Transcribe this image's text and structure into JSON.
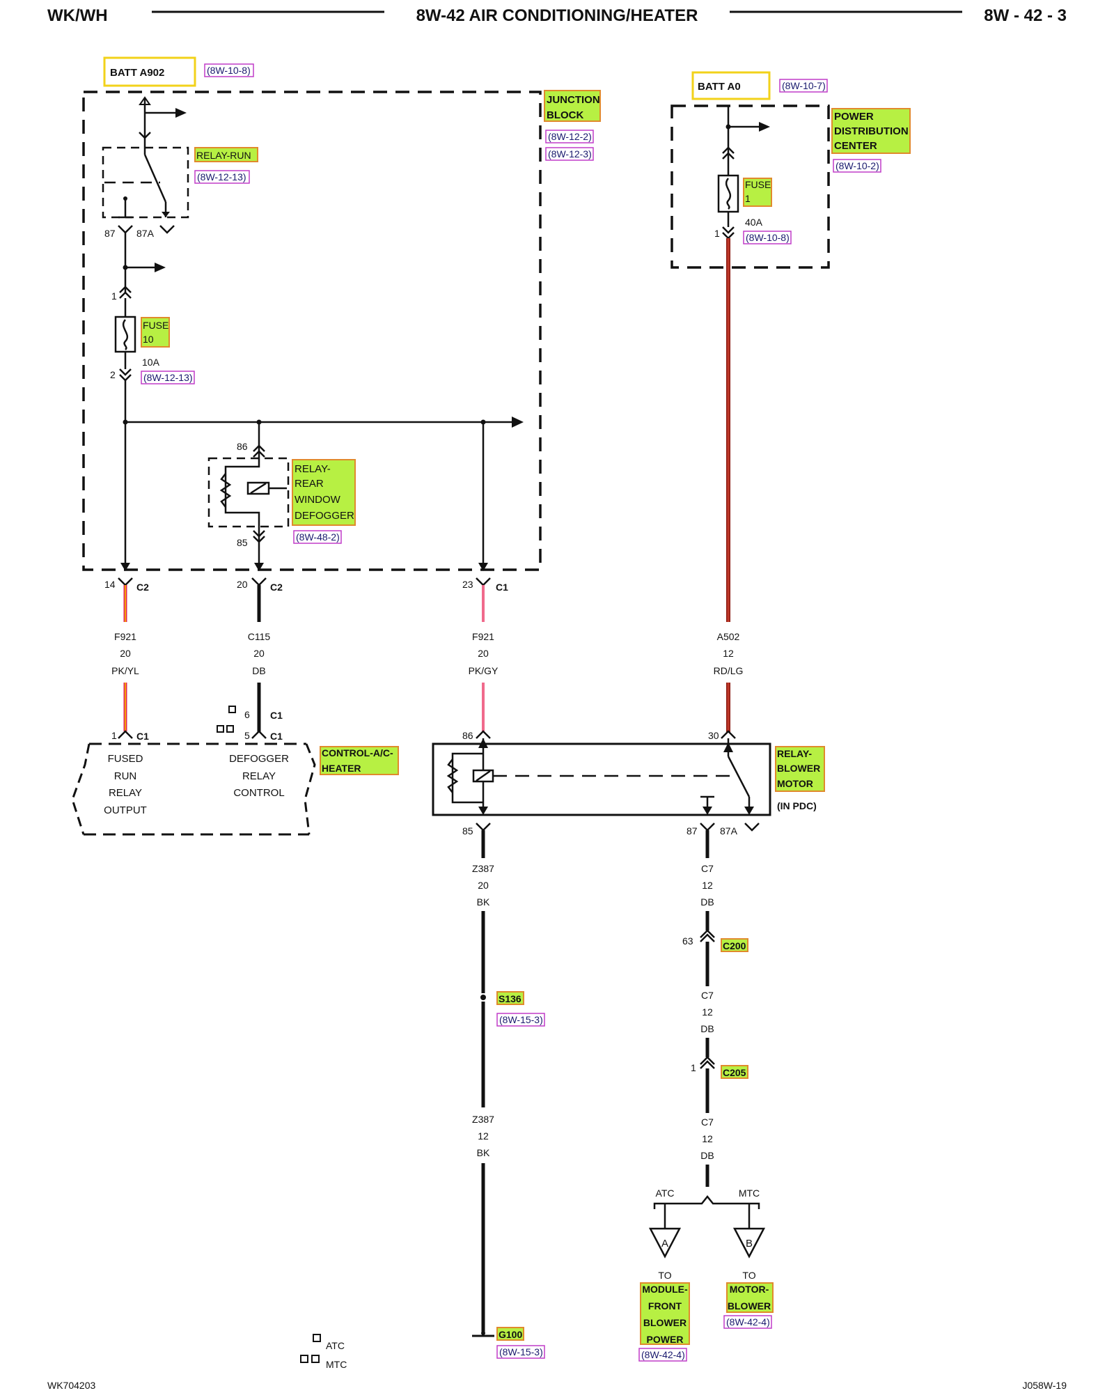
{
  "header": {
    "left": "WK/WH",
    "center": "8W-42 AIR CONDITIONING/HEATER",
    "right": "8W - 42 - 3"
  },
  "footer": {
    "left": "WK704203",
    "right": "J058W-19"
  },
  "legend": {
    "single_box": "ATC",
    "double_box": "MTC"
  },
  "sources": {
    "batt_a902": "BATT A902",
    "batt_a902_ref": "(8W-10-8)",
    "batt_a0": "BATT A0",
    "batt_a0_ref": "(8W-10-7)"
  },
  "junction_block": {
    "label_line1": "JUNCTION",
    "label_line2": "BLOCK",
    "ref1": "(8W-12-2)",
    "ref2": "(8W-12-3)",
    "relay_run": "RELAY-RUN",
    "relay_run_ref": "(8W-12-13)",
    "pin_87": "87",
    "pin_87a": "87A",
    "fuse_line1": "FUSE",
    "fuse_line2": "10",
    "fuse_rating": "10A",
    "fuse_ref": "(8W-12-13)",
    "fuse_pin_in": "1",
    "fuse_pin_out": "2",
    "rwd_relay_lines": [
      "RELAY-",
      "REAR",
      "WINDOW",
      "DEFOGGER"
    ],
    "rwd_relay_ref": "(8W-48-2)",
    "rwd_pin_86": "86",
    "rwd_pin_85": "85"
  },
  "pdc": {
    "label_lines": [
      "POWER",
      "DISTRIBUTION",
      "CENTER"
    ],
    "ref": "(8W-10-2)",
    "fuse_line1": "FUSE",
    "fuse_line2": "1",
    "fuse_rating": "40A",
    "fuse_pin": "1",
    "fuse_ref": "(8W-10-8)"
  },
  "connectors": {
    "c2_14": {
      "pin": "14",
      "name": "C2"
    },
    "c2_20": {
      "pin": "20",
      "name": "C2"
    },
    "c1_23": {
      "pin": "23",
      "name": "C1"
    }
  },
  "wires": {
    "f921_a": {
      "circuit": "F921",
      "gauge": "20",
      "color": "PK/YL"
    },
    "c115": {
      "circuit": "C115",
      "gauge": "20",
      "color": "DB"
    },
    "f921_b": {
      "circuit": "F921",
      "gauge": "20",
      "color": "PK/GY"
    },
    "a502": {
      "circuit": "A502",
      "gauge": "12",
      "color": "RD/LG"
    },
    "z387_a": {
      "circuit": "Z387",
      "gauge": "20",
      "color": "BK"
    },
    "z387_b": {
      "circuit": "Z387",
      "gauge": "12",
      "color": "BK"
    },
    "c7_a": {
      "circuit": "C7",
      "gauge": "12",
      "color": "DB"
    },
    "c7_b": {
      "circuit": "C7",
      "gauge": "12",
      "color": "DB"
    },
    "c7_c": {
      "circuit": "C7",
      "gauge": "12",
      "color": "DB"
    }
  },
  "control_module": {
    "label_line1": "CONTROL-A/C-",
    "label_line2": "HEATER",
    "pin1": "1",
    "pin1_conn": "C1",
    "pin6": "6",
    "pin6_conn": "C1",
    "pin5": "5",
    "pin5_conn": "C1",
    "left_lines": [
      "FUSED",
      "RUN",
      "RELAY",
      "OUTPUT"
    ],
    "right_lines": [
      "DEFOGGER",
      "RELAY",
      "CONTROL"
    ]
  },
  "blower_relay": {
    "label_lines": [
      "RELAY-",
      "BLOWER",
      "MOTOR"
    ],
    "location": "(IN PDC)",
    "pin_86": "86",
    "pin_30": "30",
    "pin_85": "85",
    "pin_87": "87",
    "pin_87a": "87A"
  },
  "splices": {
    "c200": {
      "pin": "63",
      "name": "C200"
    },
    "c205": {
      "pin": "1",
      "name": "C205"
    },
    "s136": {
      "name": "S136",
      "ref": "(8W-15-3)"
    },
    "g100": {
      "name": "G100",
      "ref": "(8W-15-3)"
    }
  },
  "branches": {
    "atc": "ATC",
    "mtc": "MTC",
    "a_letter": "A",
    "b_letter": "B",
    "to_a": "TO",
    "to_a_lines": [
      "MODULE-",
      "FRONT",
      "BLOWER",
      "POWER"
    ],
    "to_a_ref": "(8W-42-4)",
    "to_b": "TO",
    "to_b_lines": [
      "MOTOR-",
      "BLOWER"
    ],
    "to_b_ref": "(8W-42-4)"
  },
  "colors": {
    "wire_pk_yl_core": "#f5a000",
    "wire_pk_yl_edge": "#e0265a",
    "wire_pk_gy": "#f06a8c",
    "wire_rd_lg": "#c0392b",
    "highlight_green": "#b7f043",
    "highlight_border": "#e08a2c",
    "ref_border": "#c03cc8",
    "source_border": "#f2d21a"
  }
}
